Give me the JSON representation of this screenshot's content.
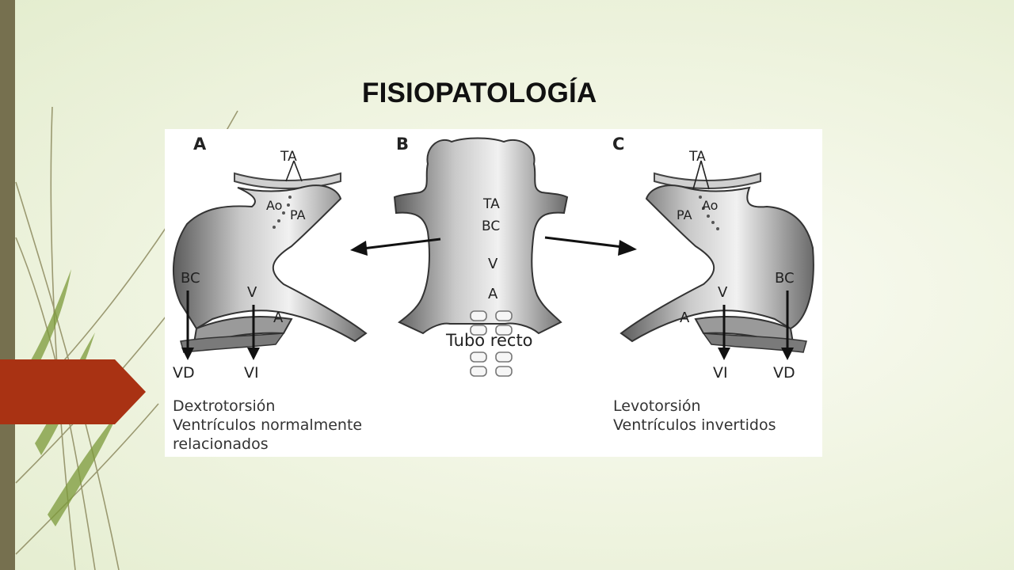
{
  "slide": {
    "title": "FISIOPATOLOGÍA",
    "colors": {
      "left_bar": "#76704f",
      "accent_tab": "#a93213",
      "background": "#eef3dd"
    }
  },
  "figure": {
    "panels": {
      "A": {
        "letter": "A",
        "labels": {
          "ta": "TA",
          "ao": "Ao",
          "pa": "PA",
          "bc": "BC",
          "v": "V",
          "a": "A",
          "vd": "VD",
          "vi": "VI"
        },
        "caption": [
          "Dextrotorsión",
          "Ventrículos normalmente",
          "relacionados"
        ]
      },
      "B": {
        "letter": "B",
        "labels": {
          "ta": "TA",
          "bc": "BC",
          "v": "V",
          "a": "A"
        },
        "caption": "Tubo recto"
      },
      "C": {
        "letter": "C",
        "labels": {
          "ta": "TA",
          "ao": "Ao",
          "pa": "PA",
          "bc": "BC",
          "v": "V",
          "a": "A",
          "vd": "VD",
          "vi": "VI"
        },
        "caption": [
          "Levotorsión",
          "Ventrículos invertidos"
        ]
      }
    }
  }
}
